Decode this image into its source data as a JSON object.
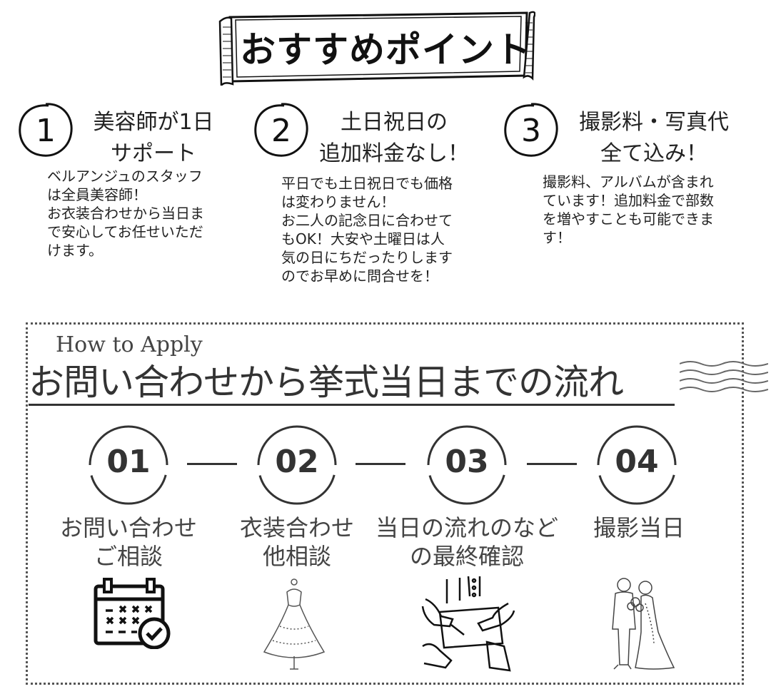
{
  "banner": {
    "title": "おすすめポイント"
  },
  "points": [
    {
      "number": "1",
      "title_line1": "美容師が1日",
      "title_line2": "サポート",
      "body": [
        "ベルアンジュのスタッフ",
        "は全員美容師！",
        "お衣装合わせから当日ま",
        "で安心してお任せいただ",
        "けます。"
      ]
    },
    {
      "number": "2",
      "title_line1": "土日祝日の",
      "title_line2": "追加料金なし！",
      "body": [
        "平日でも土日祝日でも価格",
        "は変わりません！",
        "お二人の記念日に合わせて",
        "もOK！大安や土曜日は人",
        "気の日にちだったりします",
        "のでお早めに問合せを！"
      ]
    },
    {
      "number": "3",
      "title_line1": "撮影料・写真代",
      "title_line2": "全て込み！",
      "body": [
        "撮影料、アルバムが含まれ",
        "ています！追加料金で部数",
        "を増やすことも可能できま",
        "す！"
      ]
    }
  ],
  "flow": {
    "subtitle": "How to Apply",
    "title": "お問い合わせから挙式当日までの流れ",
    "steps": [
      {
        "number": "01",
        "label_line1": "お問い合わせ",
        "label_line2": "ご相談",
        "icon": "calendar-check-icon"
      },
      {
        "number": "02",
        "label_line1": "衣装合わせ",
        "label_line2": "他相談",
        "icon": "wedding-dress-icon"
      },
      {
        "number": "03",
        "label_line1": "当日の流れのなど",
        "label_line2": "の最終確認",
        "icon": "signing-document-icon"
      },
      {
        "number": "04",
        "label_line1": "撮影当日",
        "label_line2": "",
        "icon": "wedding-couple-icon"
      }
    ]
  }
}
